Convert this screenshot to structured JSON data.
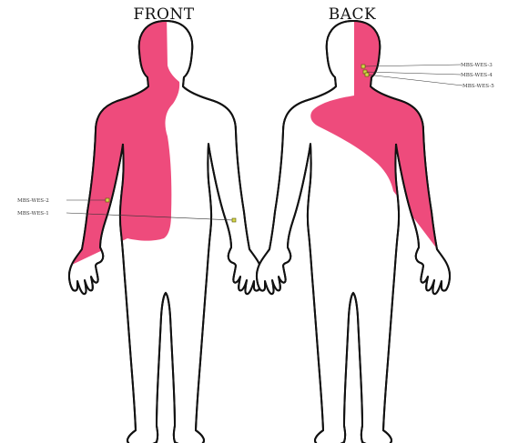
{
  "figure": {
    "views": [
      {
        "title": "FRONT"
      },
      {
        "title": "BACK"
      }
    ],
    "shade_color": "#ee4b7c",
    "marker_color": "#d6d64a",
    "sites": [
      {
        "label": "MBS-WES-2",
        "view": "FRONT"
      },
      {
        "label": "MBS-WES-1",
        "view": "FRONT"
      },
      {
        "label": "MBS-WES-3",
        "view": "BACK"
      },
      {
        "label": "MBS-WES-4",
        "view": "BACK"
      },
      {
        "label": "MBS-WES-5",
        "view": "BACK"
      }
    ]
  }
}
